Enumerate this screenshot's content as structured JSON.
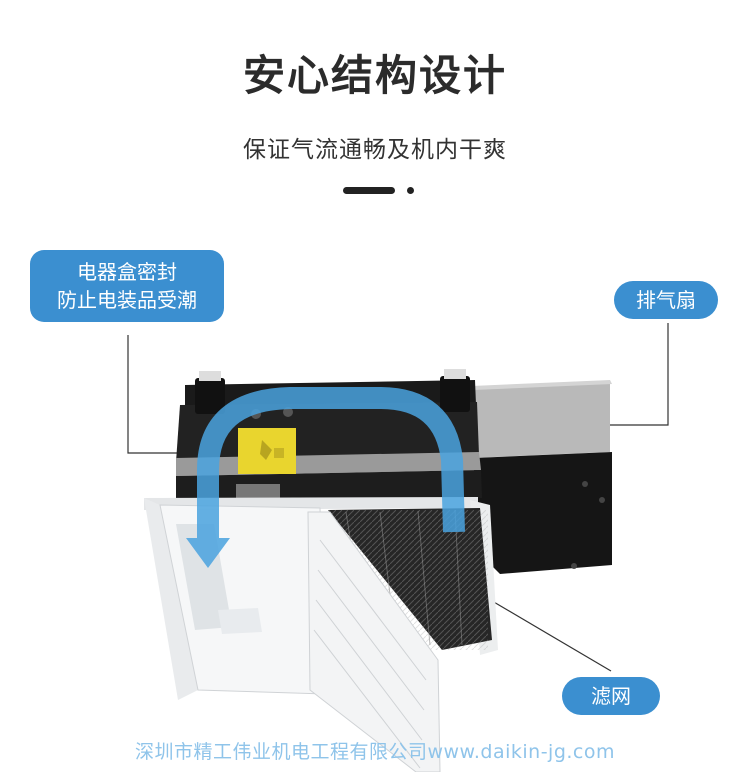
{
  "header": {
    "title": "安心结构设计",
    "subtitle": "保证气流通畅及机内干爽"
  },
  "callouts": {
    "electric_box_line1": "电器盒密封",
    "electric_box_line2": "防止电装品受潮",
    "exhaust_fan": "排气扇",
    "filter": "滤网"
  },
  "footer": {
    "watermark": "深圳市精工伟业机电工程有限公司www.daikin-jg.com"
  },
  "colors": {
    "accent": "#3b8fd0",
    "watermark": "#8fc4ea",
    "arrow": "#4aa3df"
  }
}
